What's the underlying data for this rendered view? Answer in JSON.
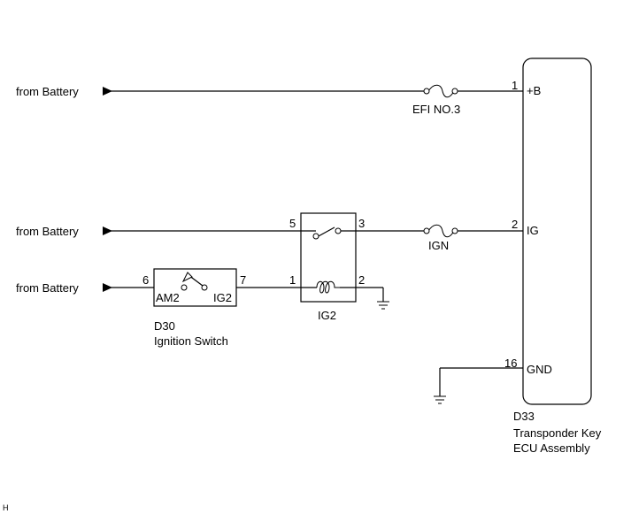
{
  "inputs": [
    {
      "label": "from Battery"
    },
    {
      "label": "from Battery"
    },
    {
      "label": "from Battery"
    }
  ],
  "fuses": {
    "efi": "EFI NO.3",
    "ign": "IGN"
  },
  "relay": {
    "name": "IG2",
    "pins": {
      "p5": "5",
      "p3": "3",
      "p1": "1",
      "p2": "2"
    }
  },
  "ignition_switch": {
    "code": "D30",
    "name": "Ignition Switch",
    "pin_am2_num": "6",
    "pin_ig2_num": "7",
    "pin_am2_label": "AM2",
    "pin_ig2_label": "IG2"
  },
  "ecu": {
    "code": "D33",
    "name_line1": "Transponder Key",
    "name_line2": "ECU Assembly",
    "pins": [
      {
        "num": "1",
        "label": "+B"
      },
      {
        "num": "2",
        "label": "IG"
      },
      {
        "num": "16",
        "label": "GND"
      }
    ]
  },
  "corner_mark": "H"
}
